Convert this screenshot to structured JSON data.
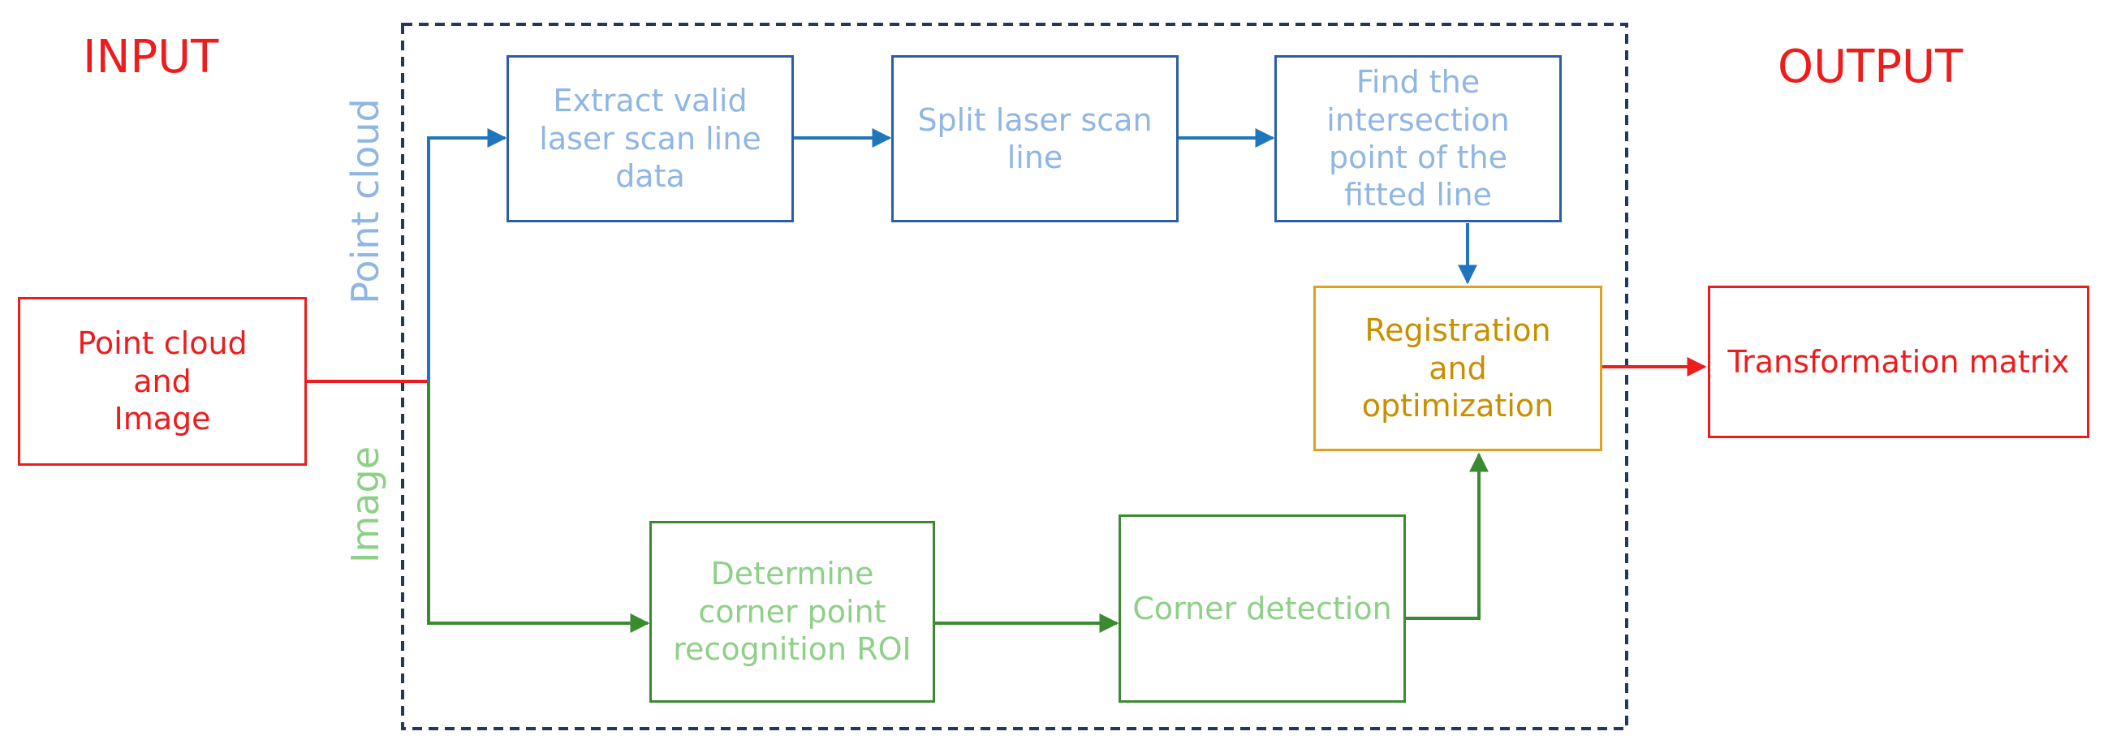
{
  "labels": {
    "input": "INPUT",
    "output": "OUTPUT",
    "point_cloud_branch": "Point cloud",
    "image_branch": "Image"
  },
  "boxes": {
    "input_data": "Point cloud\nand\nImage",
    "extract": "Extract valid\nlaser scan line\ndata",
    "split": "Split laser scan\nline",
    "find": "Find the\nintersection\npoint of the\nfitted line",
    "registration": "Registration\nand\noptimization",
    "determine_roi": "Determine\ncorner point\nrecognition ROI",
    "corner": "Corner detection",
    "output_matrix": "Transformation matrix"
  },
  "colors": {
    "red": "#ee1c1c",
    "blue_stroke": "#2a5ea8",
    "blue_arrow": "#1f76bd",
    "blue_text": "#8fb6e4",
    "green_stroke": "#3b8a32",
    "green_text": "#8fd088",
    "orange_stroke": "#e0a020",
    "orange_text": "#c89000",
    "frame": "#1f3864"
  }
}
